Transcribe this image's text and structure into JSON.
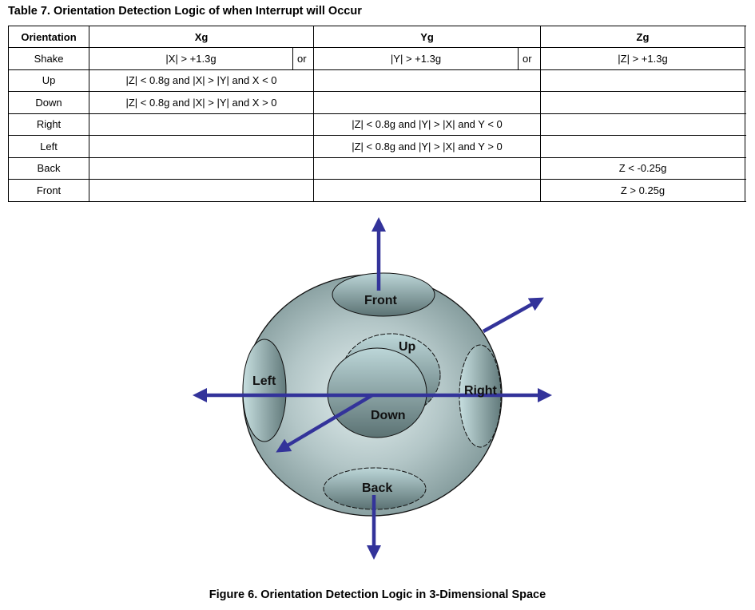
{
  "table": {
    "title": "Table 7. Orientation Detection Logic of when Interrupt will Occur",
    "headers": [
      "Orientation",
      "Xg",
      "Yg",
      "Zg"
    ],
    "shake": {
      "label": "Shake",
      "xg": "|X| > +1.3g",
      "or1": "or",
      "yg": "|Y| > +1.3g",
      "or2": "or",
      "zg": "|Z| > +1.3g"
    },
    "rows": [
      {
        "label": "Up",
        "xg": "|Z| < 0.8g and |X| > |Y| and X < 0",
        "yg": "",
        "zg": ""
      },
      {
        "label": "Down",
        "xg": "|Z| < 0.8g and |X| > |Y| and X > 0",
        "yg": "",
        "zg": ""
      },
      {
        "label": "Right",
        "xg": "",
        "yg": "|Z| < 0.8g and |Y| > |X| and Y < 0",
        "zg": ""
      },
      {
        "label": "Left",
        "xg": "",
        "yg": "|Z| < 0.8g and |Y| > |X| and Y > 0",
        "zg": ""
      },
      {
        "label": "Back",
        "xg": "",
        "yg": "",
        "zg": "Z < -0.25g"
      },
      {
        "label": "Front",
        "xg": "",
        "yg": "",
        "zg": "Z > 0.25g"
      }
    ]
  },
  "figure": {
    "labels": {
      "front": "Front",
      "up": "Up",
      "left": "Left",
      "right": "Right",
      "down": "Down",
      "back": "Back"
    },
    "caption": "Figure 6. Orientation Detection Logic in 3-Dimensional Space",
    "colors": {
      "arrow": "#33339a",
      "sphere": "#9fb3b5",
      "patch": "#8fa9ab"
    }
  }
}
